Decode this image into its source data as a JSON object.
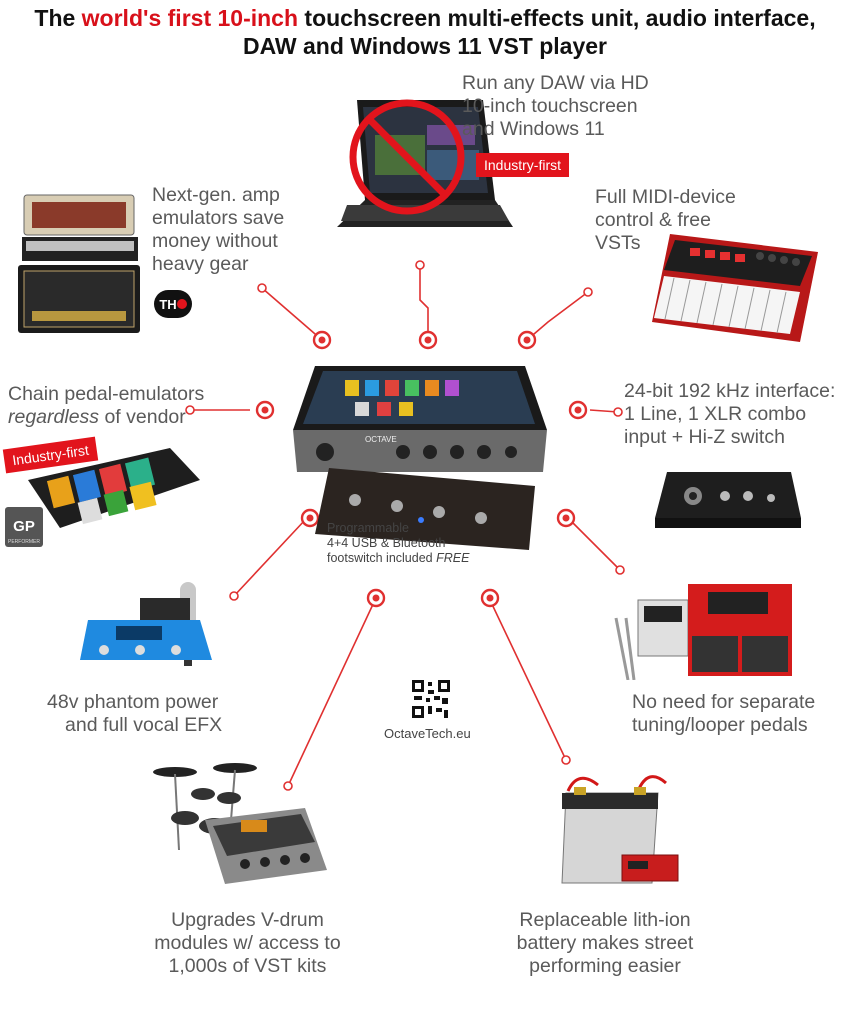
{
  "title": {
    "line1_pre": "The ",
    "line1_red": "world's first 10-inch",
    "line1_post": " touchscreen multi-effects unit, audio interface,",
    "line2": "DAW and Windows 11 VST player"
  },
  "features": {
    "daw": [
      "Run any DAW via HD",
      "10-inch touchscreen",
      "and Windows 11"
    ],
    "amp": [
      "Next-gen. amp",
      "emulators save",
      "money without",
      "heavy gear"
    ],
    "midi": [
      "Full MIDI-device",
      "control & free",
      "VSTs"
    ],
    "pedal_line1": "Chain pedal-emulators",
    "pedal_line2_italic": "regardless",
    "pedal_line2_rest": " of vendor",
    "interface": [
      "24-bit 192 kHz interface:",
      "1 Line, 1 XLR combo",
      "input + Hi-Z switch"
    ],
    "footswitch_line1": "Programmable",
    "footswitch_line2": "4+4  USB  &  Bluetooth",
    "footswitch_line3_pre": "footswitch included ",
    "footswitch_line3_italic": "FREE",
    "vocal": [
      "48v phantom power",
      "and full vocal EFX"
    ],
    "tuner": [
      "No need for separate",
      "tuning/looper pedals"
    ],
    "drum": [
      "Upgrades V-drum",
      "modules w/ access to",
      "1,000s of VST kits"
    ],
    "battery": [
      "Replaceable lith-ion",
      "battery makes street",
      "performing easier"
    ]
  },
  "badges": {
    "industry_first_1": "Industry-first",
    "industry_first_2": "Industry-first"
  },
  "logos": {
    "thu": "TH",
    "gp": "GP",
    "performer": "PERFORMER",
    "octave": "OCTAVE"
  },
  "qr_caption": "OctaveTech.eu",
  "colors": {
    "accent_red": "#d8101a",
    "text_gray": "#5a5a5a"
  }
}
